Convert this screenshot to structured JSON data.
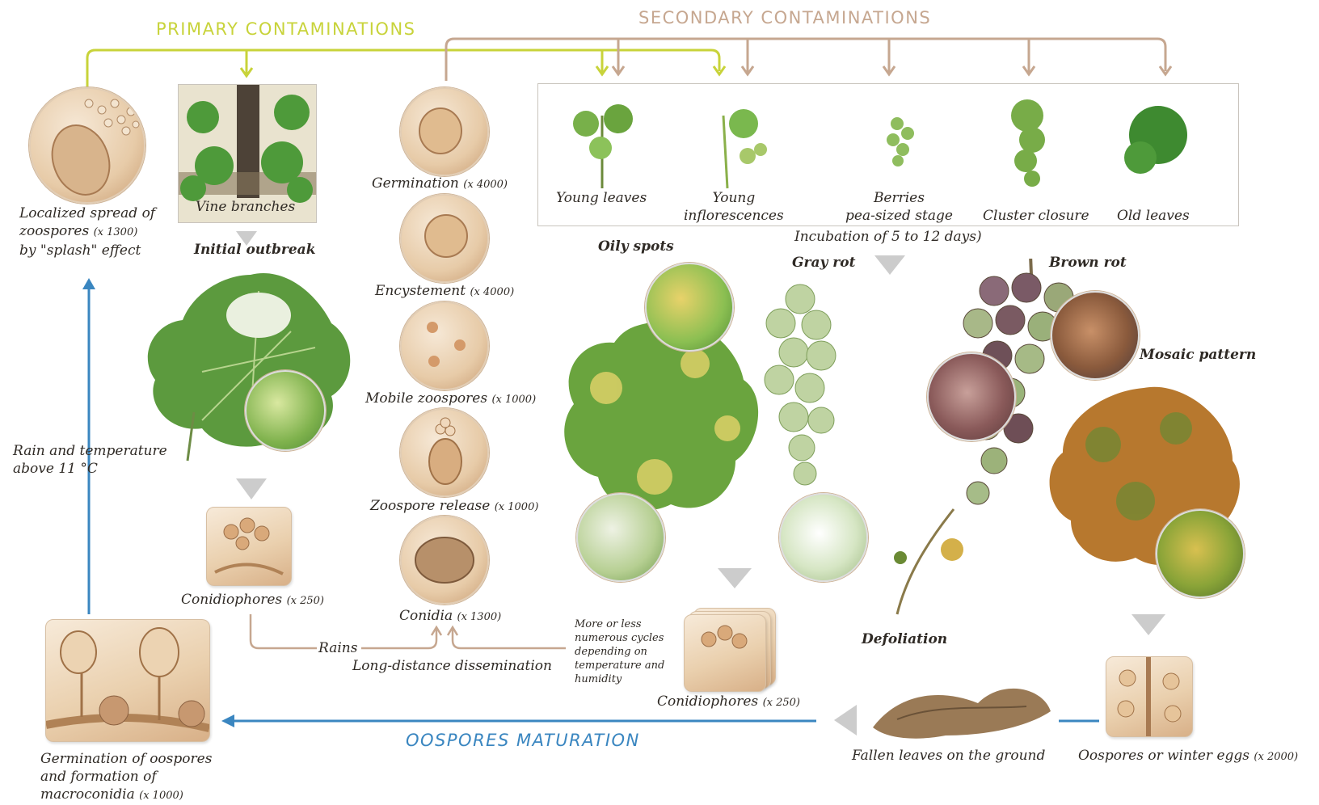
{
  "headers": {
    "primary": "PRIMARY CONTAMINATIONS",
    "secondary": "SECONDARY CONTAMINATIONS",
    "oospores_maturation": "OOSPORES MATURATION"
  },
  "colors": {
    "primary_line": "#c8d33a",
    "secondary_line": "#c6a790",
    "maturation_line": "#3a86c0",
    "loop_line": "#c6a790",
    "pointer": "#c8c8c8"
  },
  "stages": {
    "localized_spread": {
      "label": "Localized spread of",
      "label2": "zoospores",
      "mag": "(x 1300)",
      "label3": "by \"splash\" effect"
    },
    "vine_branches": "Vine branches",
    "initial_outbreak": "Initial outbreak",
    "rain_temperature": {
      "line1": "Rain and temperature",
      "line2": "above 11 °C"
    },
    "conidiophores_left": {
      "label": "Conidiophores",
      "mag": "(x 250)"
    },
    "germination": {
      "label": "Germination",
      "mag": "(x 4000)"
    },
    "encystement": {
      "label": "Encystement",
      "mag": "(x 4000)"
    },
    "mobile_zoospores": {
      "label": "Mobile zoospores",
      "mag": "(x 1000)"
    },
    "zoospore_release": {
      "label": "Zoospore release",
      "mag": "(x 1000)"
    },
    "conidia": {
      "label": "Conidia",
      "mag": "(x 1300)"
    },
    "rains": "Rains",
    "long_distance": "Long-distance dissemination",
    "cycles_note": [
      "More or less",
      "numerous cycles",
      "depending on",
      "temperature and",
      "humidity"
    ],
    "conidiophores_right": {
      "label": "Conidiophores",
      "mag": "(x 250)"
    },
    "young_leaves": "Young leaves",
    "young_inflorescences": {
      "line1": "Young",
      "line2": "inflorescences"
    },
    "berries": {
      "line1": "Berries",
      "line2": "pea-sized stage"
    },
    "cluster_closure": "Cluster closure",
    "old_leaves": "Old leaves",
    "incubation": "Incubation of 5 to 12 days)",
    "oily_spots": "Oily spots",
    "gray_rot": "Gray rot",
    "brown_rot": "Brown rot",
    "mosaic_pattern": "Mosaic pattern",
    "defoliation": "Defoliation",
    "fallen_leaves": "Fallen leaves on the ground",
    "oospores_winter": {
      "label": "Oospores or winter eggs",
      "mag": "(x 2000)"
    },
    "germination_oospores": {
      "line1": "Germination of oospores",
      "line2": "and formation of",
      "line3": "macroconidia",
      "mag": "(x 1000)"
    }
  }
}
